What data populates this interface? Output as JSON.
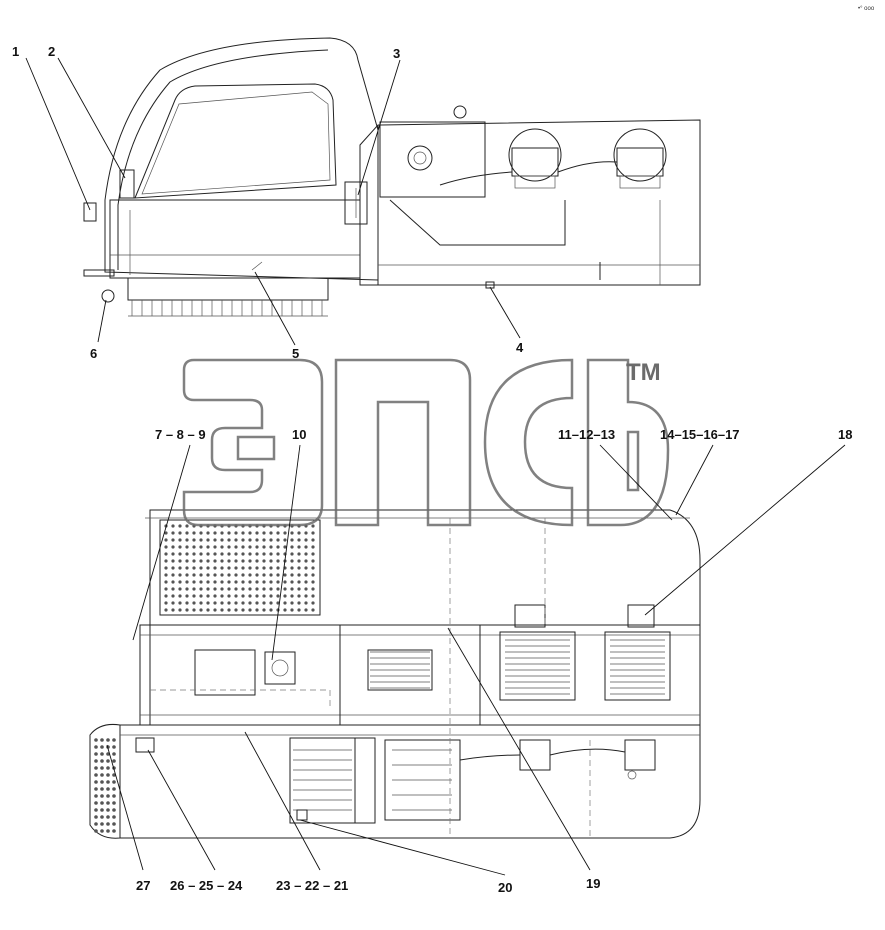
{
  "corner_mark": "•° ooo",
  "watermark": {
    "trademark": "TM"
  },
  "callouts": [
    {
      "id": "c1",
      "text": "1"
    },
    {
      "id": "c2",
      "text": "2"
    },
    {
      "id": "c3",
      "text": "3"
    },
    {
      "id": "c4",
      "text": "4"
    },
    {
      "id": "c5",
      "text": "5"
    },
    {
      "id": "c6",
      "text": "6"
    },
    {
      "id": "c789",
      "text": "7 – 8 – 9"
    },
    {
      "id": "c10",
      "text": "10"
    },
    {
      "id": "c111213",
      "text": "11–12–13"
    },
    {
      "id": "c14151617",
      "text": "14–15–16–17"
    },
    {
      "id": "c18",
      "text": "18"
    },
    {
      "id": "c19",
      "text": "19"
    },
    {
      "id": "c20",
      "text": "20"
    },
    {
      "id": "c212223",
      "text": "23 – 22 – 21"
    },
    {
      "id": "c242526",
      "text": "26 – 25 – 24"
    },
    {
      "id": "c27",
      "text": "27"
    }
  ]
}
